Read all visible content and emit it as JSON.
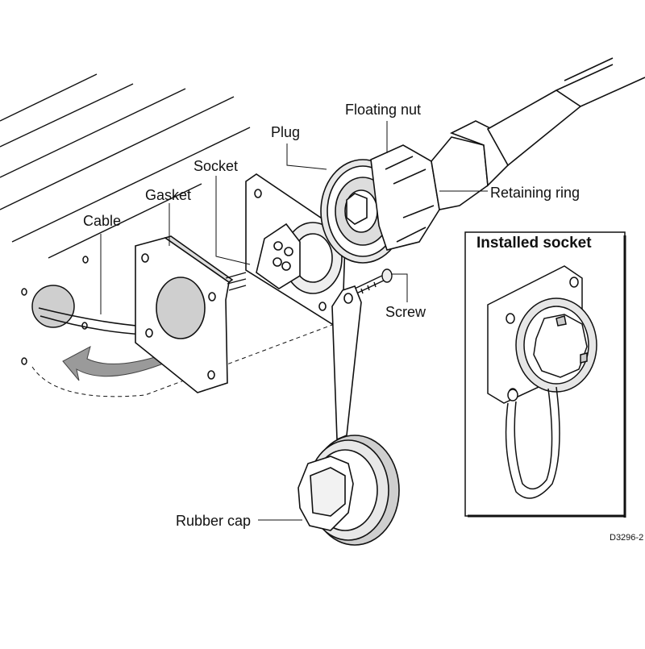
{
  "diagram": {
    "labels": {
      "floating_nut": "Floating nut",
      "plug": "Plug",
      "socket": "Socket",
      "gasket": "Gasket",
      "cable": "Cable",
      "retaining_ring": "Retaining ring",
      "screw": "Screw",
      "rubber_cap": "Rubber cap"
    },
    "inset": {
      "title": "Installed socket"
    },
    "figure_ref": "D3296-2"
  }
}
